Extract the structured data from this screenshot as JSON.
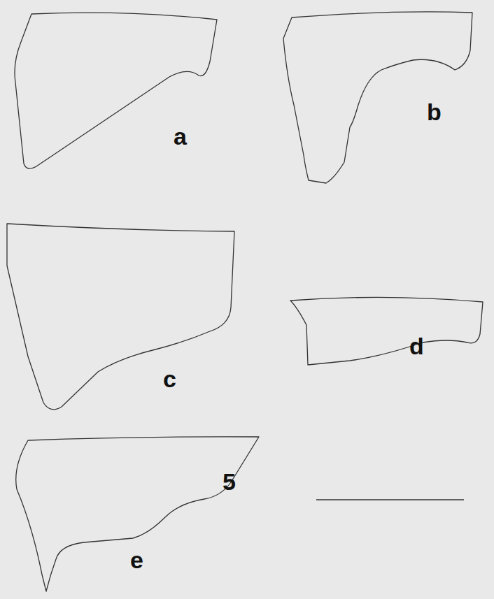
{
  "diagram": {
    "labels": [
      "a",
      "b",
      "c",
      "d",
      "e",
      "5"
    ]
  }
}
